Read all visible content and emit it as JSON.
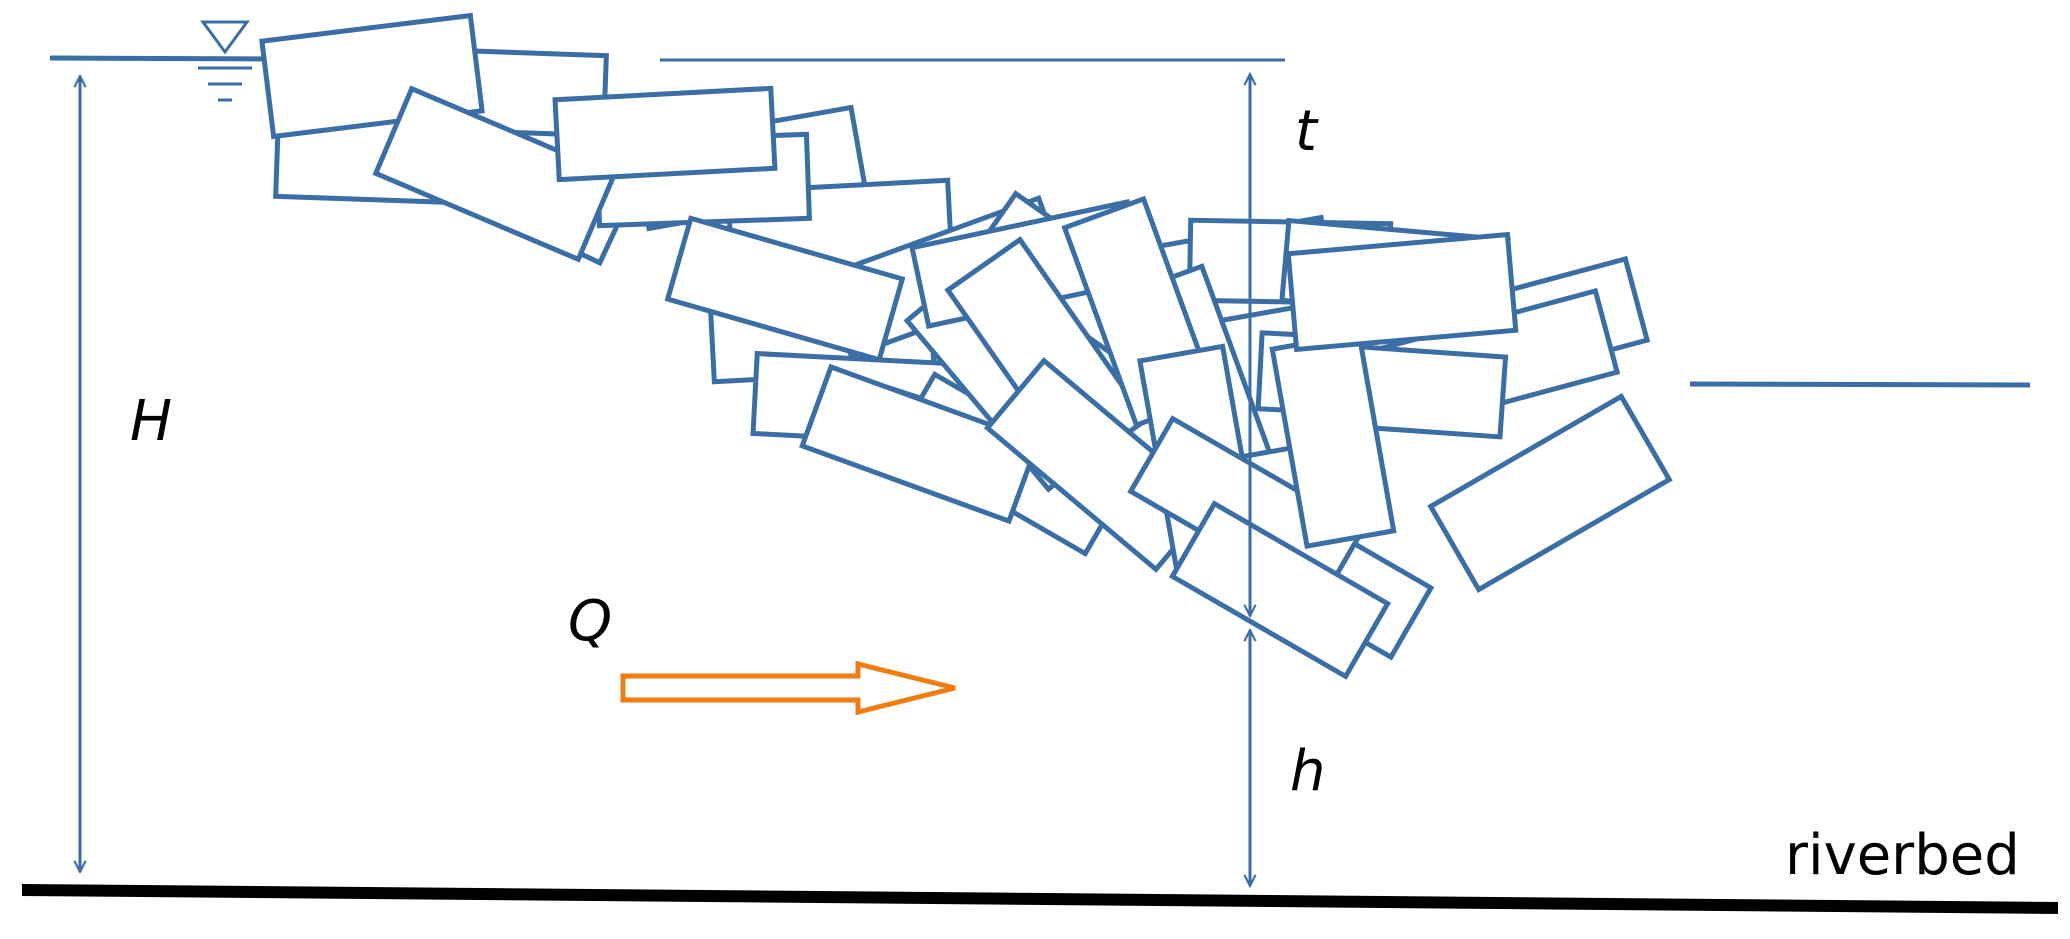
{
  "labels": {
    "H": "H",
    "t": "t",
    "h": "h",
    "Q": "Q",
    "riverbed": "riverbed"
  },
  "colors": {
    "structure": "#3b6ea5",
    "flow_arrow": "#f07d14",
    "riverbed": "#000000"
  },
  "icons": {
    "water_surface": "water-level-triangle-icon",
    "flow": "flow-arrow-icon"
  }
}
